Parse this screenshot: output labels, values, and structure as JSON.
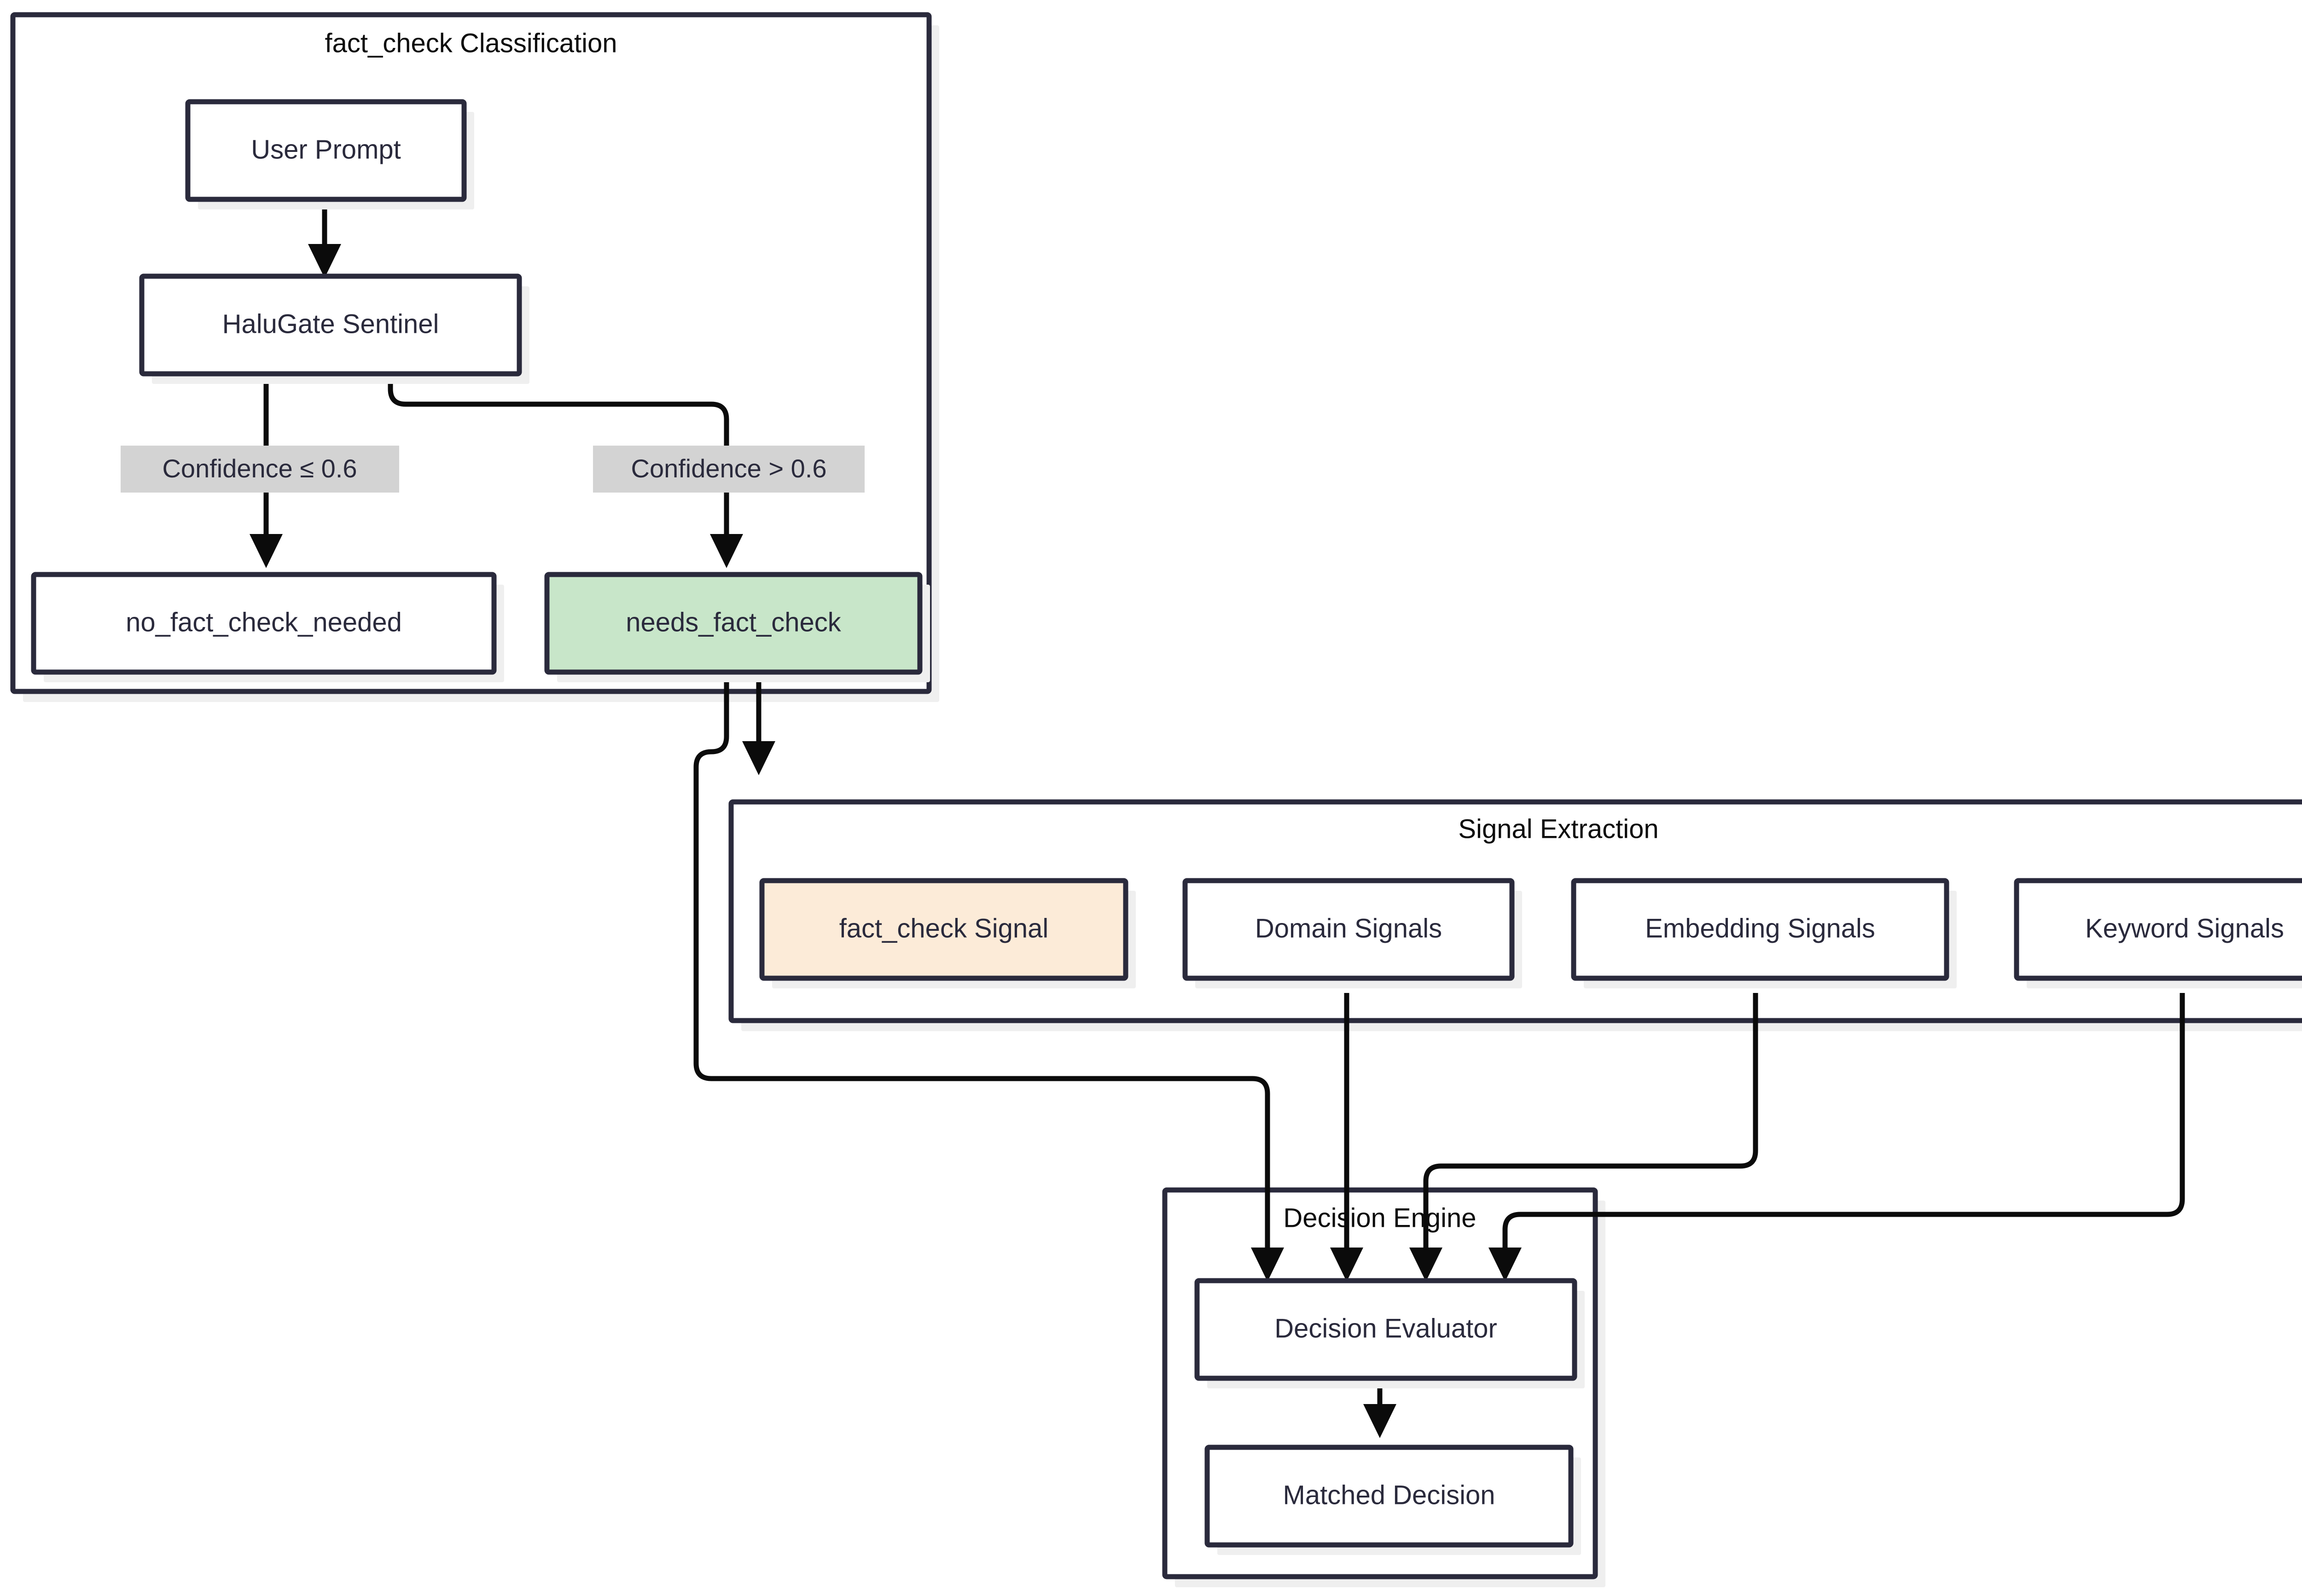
{
  "diagram": {
    "type": "flowchart",
    "direction": "top-down",
    "title_visible": false
  },
  "clusters": [
    {
      "id": "fact-check-classification",
      "title": "fact_check Classification"
    },
    {
      "id": "signal-extraction",
      "title": "Signal Extraction"
    },
    {
      "id": "decision-engine",
      "title": "Decision Engine"
    }
  ],
  "nodes": {
    "user_prompt": {
      "label": "User Prompt",
      "fill": "#FFFFFF"
    },
    "halugate_sentinel": {
      "label": "HaluGate Sentinel",
      "fill": "#FFFFFF"
    },
    "no_fact_check_needed": {
      "label": "no_fact_check_needed",
      "fill": "#FFFFFF"
    },
    "needs_fact_check": {
      "label": "needs_fact_check",
      "fill": "#C8E6C9"
    },
    "fact_check_signal": {
      "label": "fact_check Signal",
      "fill": "#FCEBD8"
    },
    "domain_signals": {
      "label": "Domain Signals",
      "fill": "#FFFFFF"
    },
    "embedding_signals": {
      "label": "Embedding Signals",
      "fill": "#FFFFFF"
    },
    "keyword_signals": {
      "label": "Keyword Signals",
      "fill": "#FFFFFF"
    },
    "decision_evaluator": {
      "label": "Decision Evaluator",
      "fill": "#FFFFFF"
    },
    "matched_decision": {
      "label": "Matched Decision",
      "fill": "#FFFFFF"
    }
  },
  "edge_labels": {
    "low_confidence": "Confidence ≤ 0.6",
    "high_confidence": "Confidence > 0.6"
  },
  "colors": {
    "node_border": "#2A2A3C",
    "node_text": "#2A2A3C",
    "edge": "#0B0B0B",
    "cluster_border": "#2A2A3C",
    "cluster_shadow": "#EFEFEF",
    "edge_label_bg": "#D3D3D3",
    "highlight_green": "#C8E6C9",
    "highlight_peach": "#FCEBD8",
    "background": "#FFFFFF"
  }
}
